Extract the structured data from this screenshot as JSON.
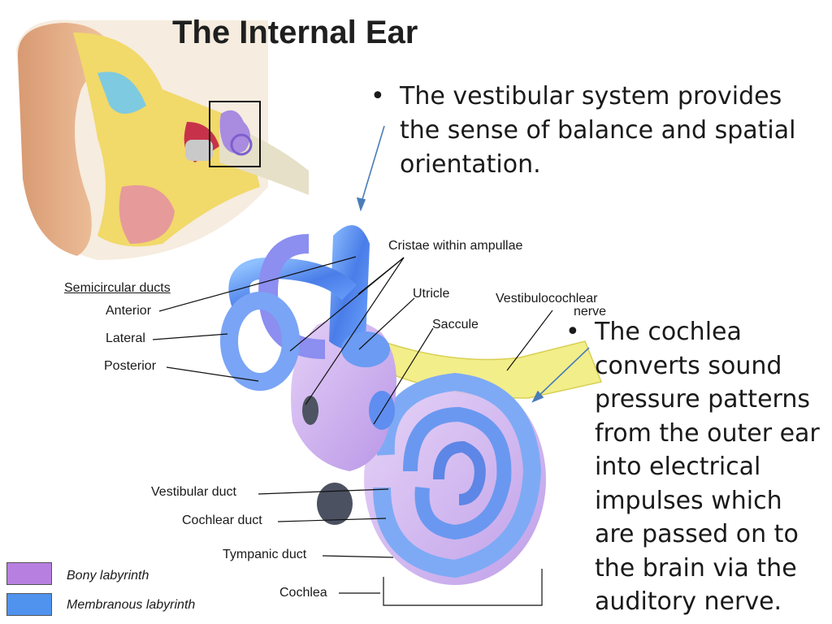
{
  "title": "The Internal Ear",
  "bullets": [
    "The vestibular system provides the sense of balance and spatial orientation.",
    "The cochlea converts sound pressure patterns from the outer ear into electrical impulses which are passed on to the brain via the auditory nerve."
  ],
  "labels": {
    "semicircular_ducts": "Semicircular ducts",
    "anterior": "Anterior",
    "lateral": "Lateral",
    "posterior": "Posterior",
    "cristae": "Cristae within ampullae",
    "utricle": "Utricle",
    "saccule": "Saccule",
    "vestibulocochlear_1": "Vestibulocochlear",
    "vestibulocochlear_2": "nerve",
    "vestibular_duct": "Vestibular duct",
    "cochlear_duct": "Cochlear duct",
    "tympanic_duct": "Tympanic duct",
    "cochlea": "Cochlea"
  },
  "legend": [
    {
      "label": "Bony labyrinth",
      "color": "#b77fe0"
    },
    {
      "label": "Membranous labyrinth",
      "color": "#4f93ee"
    }
  ],
  "colors": {
    "bony": "#b98ae6",
    "membranous": "#5b8ff0",
    "nerve": "#f2ee8a",
    "skin": "#e8b48c",
    "bone": "#f0d866"
  }
}
